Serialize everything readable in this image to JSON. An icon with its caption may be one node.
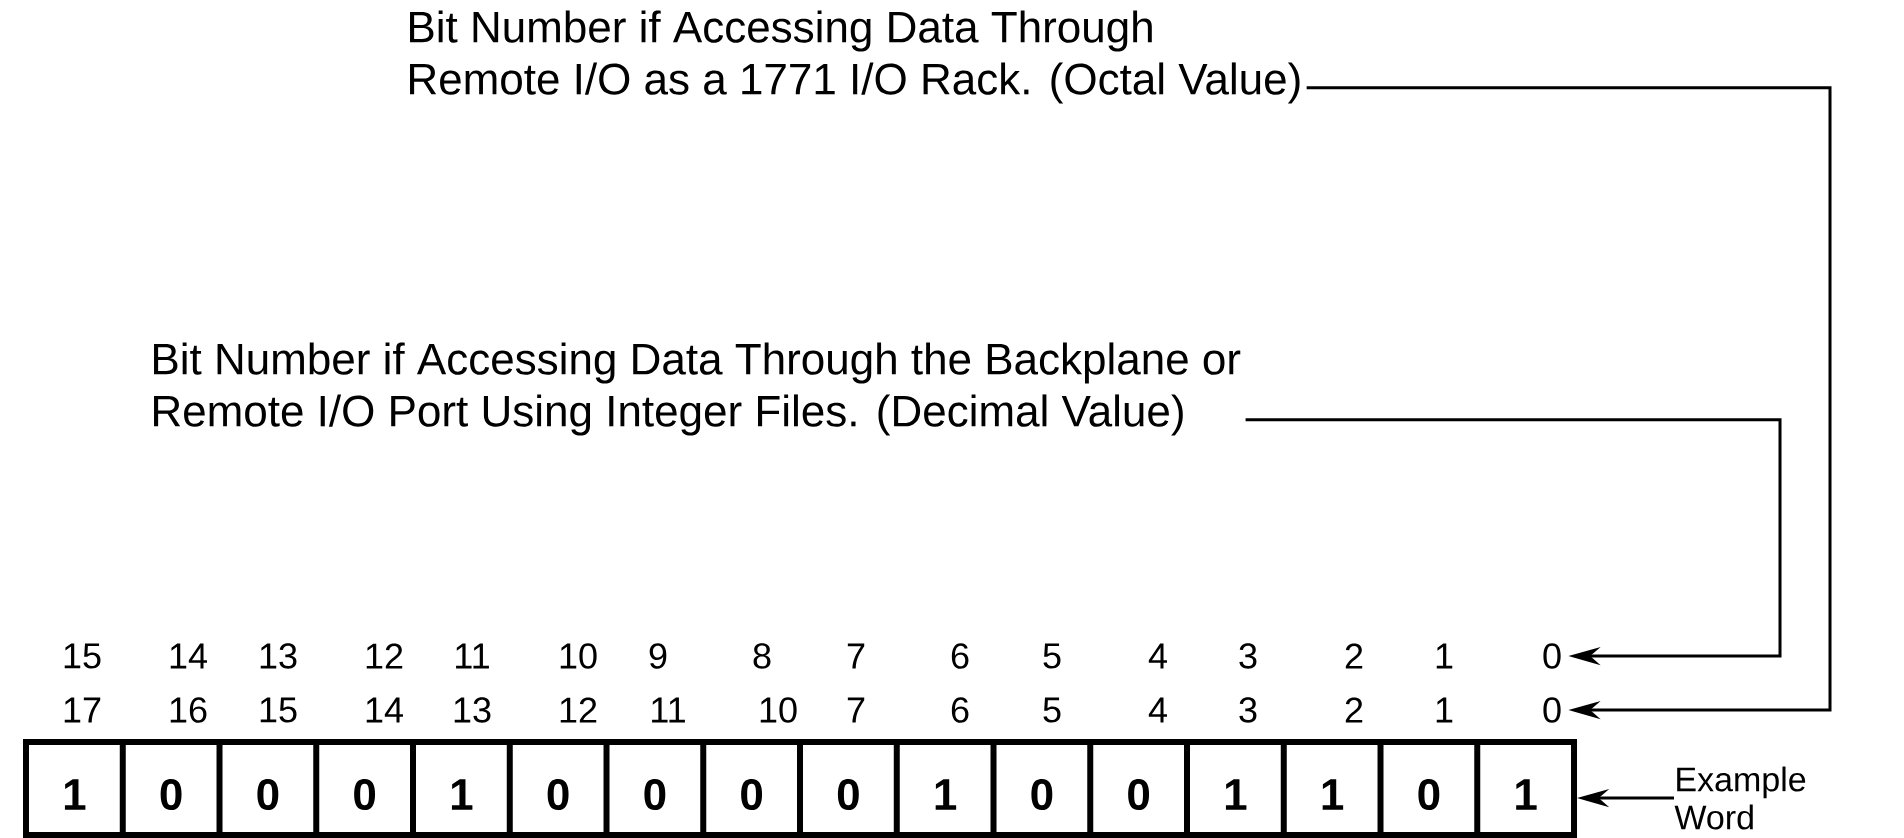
{
  "diagram": {
    "nodes": [
      {
        "text": [
          "Bit Number if Accessing Data Through Remote I/O as a 1771 I/O Rack. (Octal Value)"
        ]
      },
      {
        "text": [
          "Bit Number if Accessing Data Through the Backplane or Remote I/O Port Using Integer Files. (Decimal Value)"
        ]
      },
      {
        "text": [
          "0"
        ]
      },
      {
        "text": [
          "0"
        ]
      },
      {
        "text": [],
        "shape": "box"
      },
      {
        "text": [
          "1"
        ],
        "in": 4
      },
      {
        "text": [
          "0"
        ],
        "in": 4
      },
      {
        "text": [
          "0"
        ],
        "in": 4
      },
      {
        "text": [
          "0"
        ],
        "in": 4
      },
      {
        "text": [
          "1"
        ],
        "in": 4
      },
      {
        "text": [
          "0"
        ],
        "in": 4
      },
      {
        "text": [
          "0"
        ],
        "in": 4
      },
      {
        "text": [
          "0"
        ],
        "in": 4
      },
      {
        "text": [
          "0"
        ],
        "in": 4
      },
      {
        "text": [
          "1"
        ],
        "in": 4
      },
      {
        "text": [
          "0"
        ],
        "in": 4
      },
      {
        "text": [
          "0"
        ],
        "in": 4
      },
      {
        "text": [
          "1"
        ],
        "in": 4
      },
      {
        "text": [
          "1"
        ],
        "in": 4
      },
      {
        "text": [
          "0"
        ],
        "in": 4
      },
      {
        "text": [
          "1"
        ],
        "in": 4
      },
      {
        "text": [
          "Example Word"
        ]
      }
    ],
    "edges": [
      {
        "from": 0,
        "to": 3,
        "arrow": "to"
      },
      {
        "from": 1,
        "to": 2,
        "arrow": "to"
      },
      {
        "from": 21,
        "to": 4,
        "arrow": "to"
      }
    ],
    "labels": [
      "15",
      "14",
      "13",
      "12",
      "11",
      "10",
      "9",
      "8",
      "7",
      "6",
      "5",
      "4",
      "3",
      "2",
      "1",
      "17",
      "16",
      "15",
      "14",
      "13",
      "12",
      "11",
      "10",
      "7",
      "6",
      "5",
      "4",
      "3",
      "2",
      "1"
    ]
  }
}
